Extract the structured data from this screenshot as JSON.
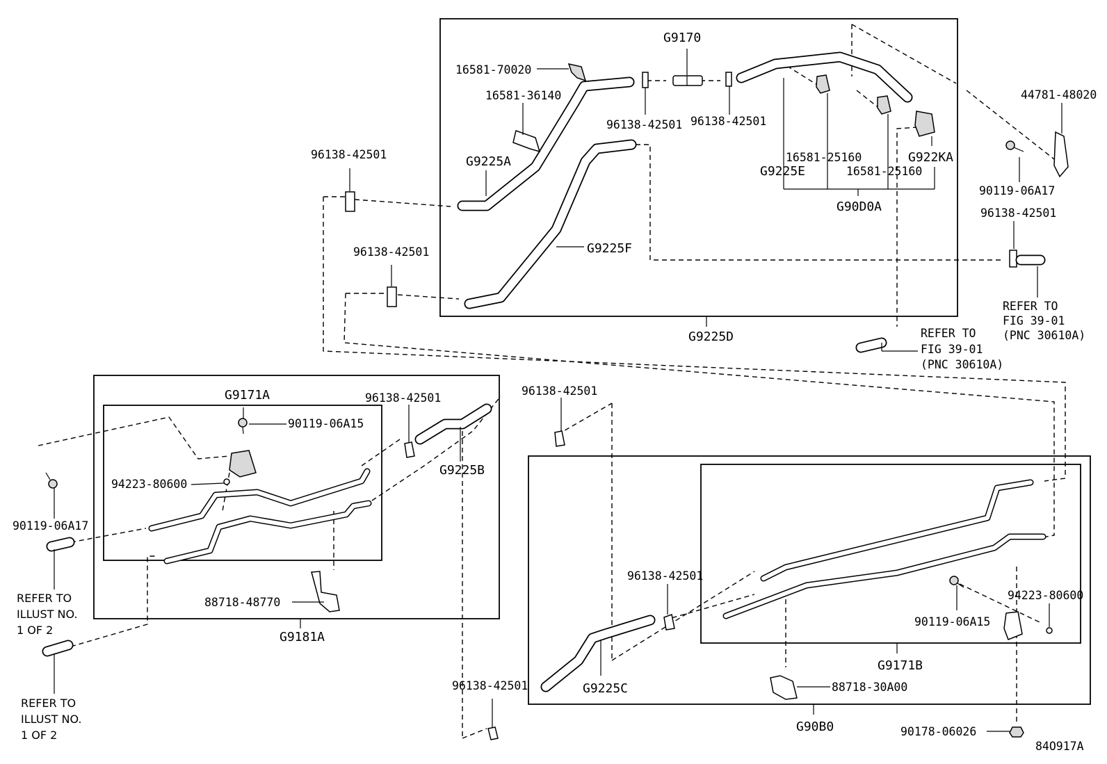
{
  "diagram": {
    "id_code": "84O917A",
    "groups": {
      "upper_assy": "G9225D",
      "center_assy": "G9181A",
      "lower_assy": "G90B0",
      "hose_sub_assy": "G90D0A",
      "pipe_a": "G9171A",
      "pipe_b": "G9171B",
      "hose_a": "G9225A",
      "hose_b": "G9225B",
      "hose_c": "G9225C",
      "hose_e": "G9225E",
      "hose_f": "G9225F",
      "joint": "G9170",
      "valve": "G922KA"
    },
    "parts": {
      "clamp_70020": "16581-70020",
      "clamp_36140": "16581-36140",
      "clamp_25160_a": "16581-25160",
      "clamp_25160_b": "16581-25160",
      "clip_a": "96138-42501",
      "clip_b": "96138-42501",
      "clip_c": "96138-42501",
      "clip_d": "96138-42501",
      "clip_e": "96138-42501",
      "clip_f": "96138-42501",
      "clip_g": "96138-42501",
      "clip_h": "96138-42501",
      "clip_i": "96138-42501",
      "bracket_48020": "44781-48020",
      "bolt_a17_upper": "90119-06A17",
      "bolt_a17_left": "90119-06A17",
      "bolt_a15_center": "90119-06A15",
      "bolt_a15_right": "90119-06A15",
      "clamp_80600_left": "94223-80600",
      "clamp_80600_right": "94223-80600",
      "clamp_48770": "88718-48770",
      "clamp_30a00": "88718-30A00",
      "nut_06026": "90178-06026"
    },
    "refer_fig_top": [
      "REFER TO",
      "FIG 39-01",
      "(PNC 30610A)"
    ],
    "refer_fig_mid": [
      "REFER TO",
      "FIG 39-01",
      "(PNC 30610A)"
    ],
    "refer_illust_a": [
      "REFER TO",
      "ILLUST NO.",
      "1 OF 2"
    ],
    "refer_illust_b": [
      "REFER TO",
      "ILLUST NO.",
      "1 OF 2"
    ]
  }
}
